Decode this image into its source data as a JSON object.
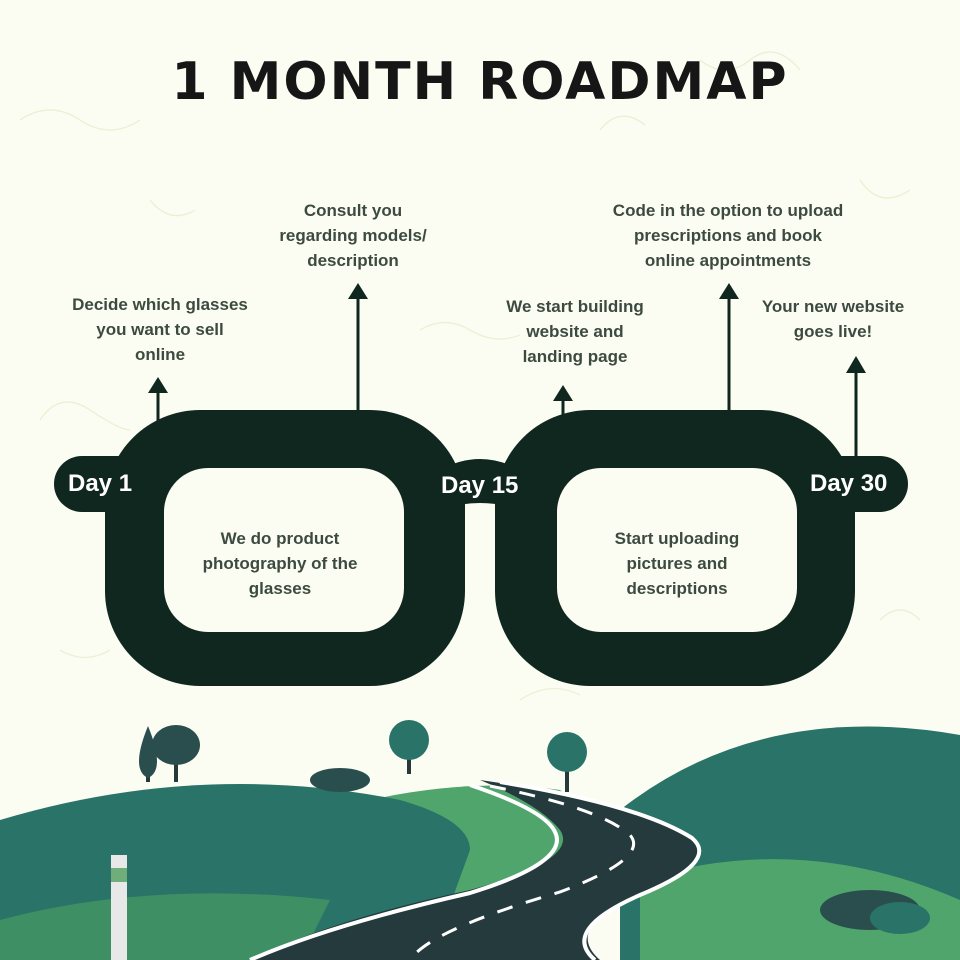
{
  "title": "1 MONTH ROADMAP",
  "colors": {
    "background": "#fbfcf2",
    "glasses": "#10271f",
    "text": "#3d4a3f",
    "hill_dark": "#2a7368",
    "hill_light": "#4fa56c",
    "road": "#243a3d"
  },
  "days": [
    "Day 1",
    "Day 15",
    "Day 30"
  ],
  "milestones": [
    {
      "text": "Decide which glasses you want to sell online",
      "lines": [
        "Decide which glasses",
        "you want to sell",
        "online"
      ]
    },
    {
      "text": "Consult you regarding models/ description",
      "lines": [
        "Consult you",
        "regarding models/",
        "description"
      ]
    },
    {
      "text": "We do product photography of the glasses",
      "lines": [
        "We do product",
        "photography of the",
        "glasses"
      ]
    },
    {
      "text": "We start building website and landing page",
      "lines": [
        "We start building",
        "website and",
        "landing page"
      ]
    },
    {
      "text": "Code in the option to upload prescriptions and book online appointments",
      "lines": [
        "Code in the option to upload",
        "prescriptions and book",
        "online appointments"
      ]
    },
    {
      "text": "Start uploading pictures and descriptions",
      "lines": [
        "Start uploading",
        "pictures and",
        "descriptions"
      ]
    },
    {
      "text": "Your new website goes live!",
      "lines": [
        "Your new website",
        "goes live!"
      ]
    }
  ]
}
